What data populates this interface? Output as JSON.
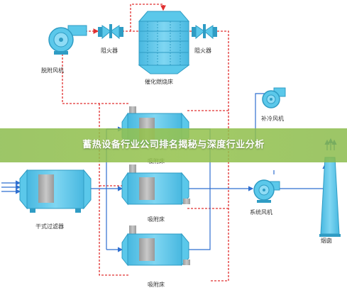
{
  "labels": {
    "desorption_fan": "脱附风机",
    "flame_arrester_left": "阻火器",
    "flame_arrester_right": "阻火器",
    "catalytic_combustion_bed": "催化燃烧床",
    "makeup_cooling_fan": "补冷风机",
    "adsorption_bed_top": "吸附床",
    "adsorption_bed_mid": "吸附床",
    "adsorption_bed_bottom": "吸附床",
    "dry_filter": "干式过滤器",
    "system_fan": "系统风机",
    "chimney": "烟囱"
  },
  "banner": {
    "title": "蓄热设备行业公司排名揭秘与深度行业分析"
  },
  "colors": {
    "equipment": "#5bc8ea",
    "equipment_dark": "#2f9cc4",
    "flow_blue": "#2f6fd0",
    "flow_red": "#e03030",
    "banner": "#8cbf4f"
  }
}
